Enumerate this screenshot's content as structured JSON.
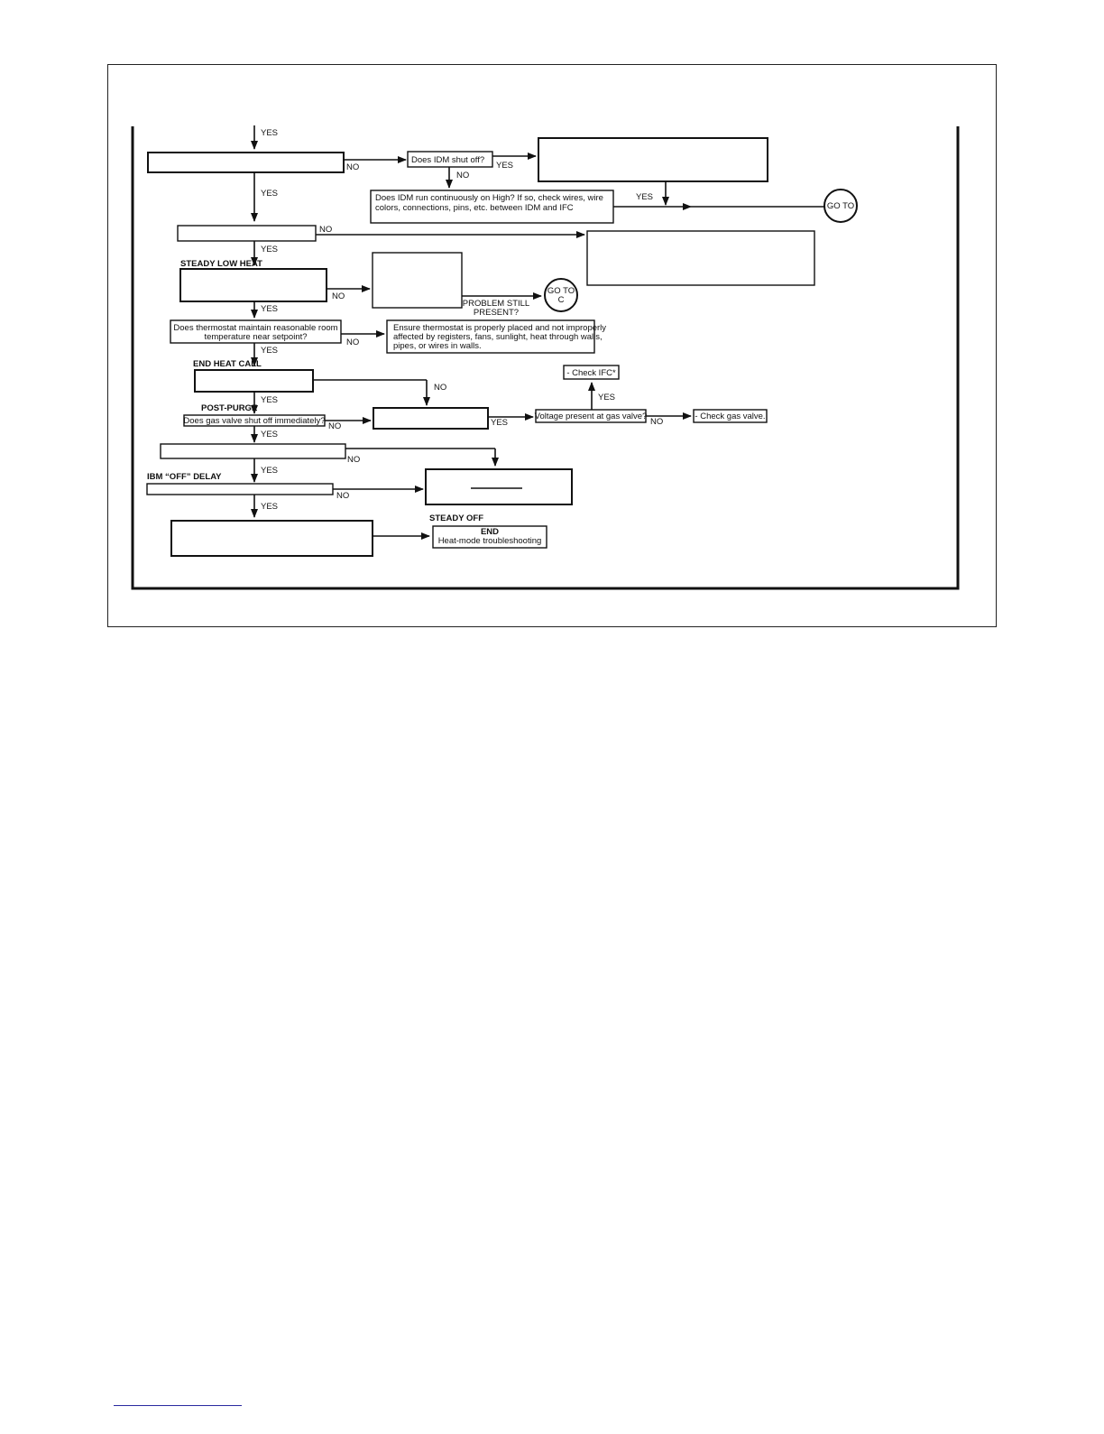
{
  "labels": {
    "yes": "YES",
    "no": "NO",
    "steady_low_heat": "STEADY LOW HEAT",
    "end_heat_call": "END HEAT CALL",
    "post_purge": "POST-PURGE",
    "ibm_off_delay": "IBM “OFF” DELAY",
    "steady_off": "STEADY OFF",
    "problem_still_present_1": "PROBLEM STILL",
    "problem_still_present_2": "PRESENT?"
  },
  "boxes": {
    "idm_shut_off": "Does IDM shut off?",
    "idm_high_line1": "Does IDM run continuously on High? If so, check wires, wire",
    "idm_high_line2": "colors, connections, pins, etc. between IDM and IFC",
    "thermostat_line1": "Does thermostat maintain reasonable room",
    "thermostat_line2": "temperature near setpoint?",
    "ensure_line1": "Ensure thermostat is properly placed and not improperly",
    "ensure_line2": "affected by registers, fans, sunlight, heat through walls,",
    "ensure_line3": "pipes, or wires in walls.",
    "check_ifc": "- Check IFC*",
    "gas_valve_shutoff": "Does gas valve shut off immediately?",
    "voltage_gas_valve": "Voltage present at gas valve?",
    "check_gas_valve": "- Check gas valve.",
    "end_title": "END",
    "end_subtitle": "Heat-mode troubleshooting"
  },
  "connectors": {
    "goto_top": "GO TO",
    "goto_c_line1": "GO TO",
    "goto_c_line2": "C"
  }
}
